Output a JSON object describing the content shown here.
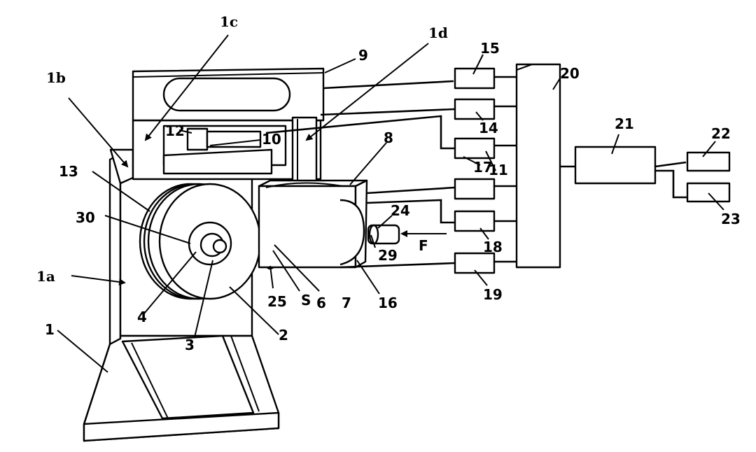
{
  "colors": {
    "line": "#000000",
    "fill": "#ffffff"
  },
  "labels": {
    "l1c": "1c",
    "l1d": "1d",
    "l1b": "1b",
    "l1a": "1a",
    "l1": "1",
    "l2": "2",
    "l3": "3",
    "l4": "4",
    "l30": "30",
    "l13": "13",
    "l12": "12",
    "l10": "10",
    "l9": "9",
    "l8": "8",
    "l7": "7",
    "l6": "6",
    "lS": "S",
    "l25": "25",
    "l16": "16",
    "l29": "29",
    "l24": "24",
    "lF": "F",
    "l15": "15",
    "l14": "14",
    "l17": "17",
    "l11": "11",
    "l18": "18",
    "l19": "19",
    "l20": "20",
    "l21": "21",
    "l22": "22",
    "l23": "23"
  }
}
